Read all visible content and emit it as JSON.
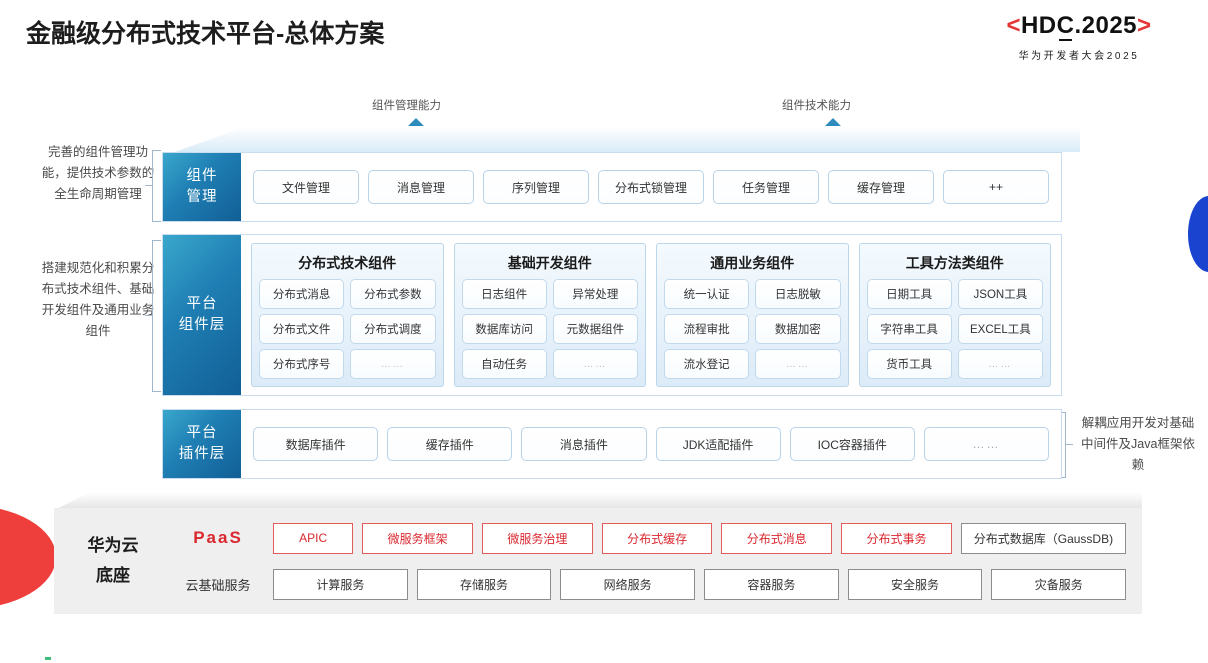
{
  "header": {
    "title": "金融级分布式技术平台-总体方案",
    "logo_main_left": "<",
    "logo_main_text": "HDC.2025",
    "logo_hdc": "HD",
    "logo_c": "C",
    "logo_rest": ".2025",
    "logo_main_right": ">",
    "logo_sub": "华为开发者大会2025",
    "accent_red": "#e63535"
  },
  "arrows": [
    {
      "label": "组件管理能力",
      "name": "component-management-capability"
    },
    {
      "label": "组件技术能力",
      "name": "component-technology-capability"
    }
  ],
  "side_notes": {
    "left_top": "完善的组件管理功能，提供技术参数的全生命周期管理",
    "left_bottom": "搭建规范化和积累分布式技术组件、基础开发组件及通用业务组件",
    "right": "解耦应用开发对基础中间件及Java框架依赖"
  },
  "rows": [
    {
      "label_line1": "组件",
      "label_line2": "管理",
      "chips": [
        "文件管理",
        "消息管理",
        "序列管理",
        "分布式锁管理",
        "任务管理",
        "缓存管理",
        "++"
      ]
    },
    {
      "label_line1": "平台",
      "label_line2": "组件层",
      "groups": [
        {
          "title": "分布式技术组件",
          "items": [
            "分布式消息",
            "分布式参数",
            "分布式文件",
            "分布式调度",
            "分布式序号",
            "……"
          ]
        },
        {
          "title": "基础开发组件",
          "items": [
            "日志组件",
            "异常处理",
            "数据库访问",
            "元数据组件",
            "自动任务",
            "……"
          ]
        },
        {
          "title": "通用业务组件",
          "items": [
            "统一认证",
            "日志脱敏",
            "流程审批",
            "数据加密",
            "流水登记",
            "……"
          ]
        },
        {
          "title": "工具方法类组件",
          "items": [
            "日期工具",
            "JSON工具",
            "字符串工具",
            "EXCEL工具",
            "货币工具",
            "……"
          ]
        }
      ]
    },
    {
      "label_line1": "平台",
      "label_line2": "插件层",
      "chips": [
        "数据库插件",
        "缓存插件",
        "消息插件",
        "JDK适配插件",
        "IOC容器插件",
        "……"
      ]
    }
  ],
  "base": {
    "title_line1": "华为云",
    "title_line2": "底座",
    "paas_label": "PaaS",
    "cloud_label": "云基础服务",
    "paas_items": [
      "APIC",
      "微服务框架",
      "微服务治理",
      "分布式缓存",
      "分布式消息",
      "分布式事务",
      "分布式数据库（GaussDB)"
    ],
    "cloud_items": [
      "计算服务",
      "存储服务",
      "网络服务",
      "容器服务",
      "安全服务",
      "灾备服务"
    ]
  }
}
